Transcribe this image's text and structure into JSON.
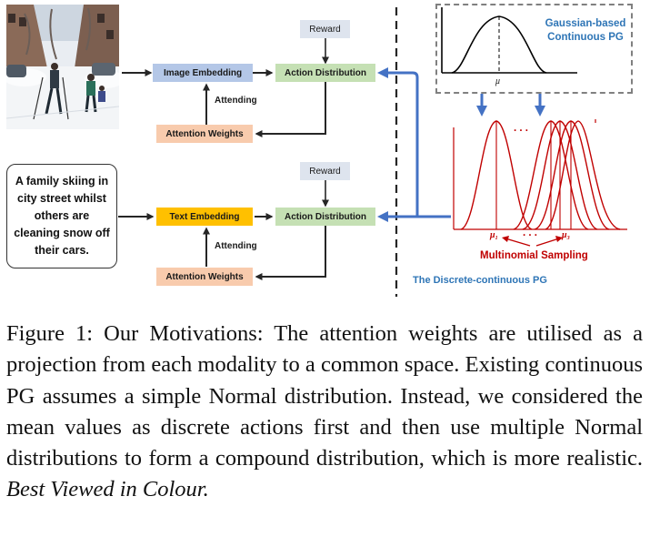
{
  "figure": {
    "top_branch": {
      "embedding_label": "Image Embedding",
      "action_label": "Action Distribution",
      "reward_label": "Reward",
      "attending_label": "Attending",
      "attention_label": "Attention Weights"
    },
    "bottom_branch": {
      "caption_text": "A family skiing in city street whilst others are cleaning snow off their cars.",
      "embedding_label": "Text Embedding",
      "action_label": "Action Distribution",
      "reward_label": "Reward",
      "attending_label": "Attending",
      "attention_label": "Attention Weights"
    },
    "gaussian_panel": {
      "title": "Gaussian-based Continuous PG",
      "mu_label": "μ"
    },
    "discrete_panel": {
      "dots_top": ". . .",
      "mu1_label": "μ₁",
      "dots_mid": ". . .",
      "mu3_label": "μ₃",
      "sampling_label": "Multinomial Sampling",
      "title": "The Discrete-continuous  PG"
    },
    "colors": {
      "arrow_blue": "#4472c4",
      "curve_red": "#c00000",
      "text_blue": "#2e75b6",
      "image_embedding": "#b4c7e7",
      "action_distribution": "#c5e0b4",
      "attention_weights": "#f8cbad",
      "text_embedding": "#ffc000",
      "reward": "#dee4ee"
    }
  },
  "caption": {
    "main": "Figure 1:  Our Motivations:  The attention weights are utilised as a projection from each modality to a common space.  Existing continuous PG assumes a simple Normal distribution. Instead, we considered the mean values as discrete actions first and then use multiple Normal distributions to form a compound distribution, which is more realistic.",
    "emphasis": "Best Viewed in Colour."
  }
}
